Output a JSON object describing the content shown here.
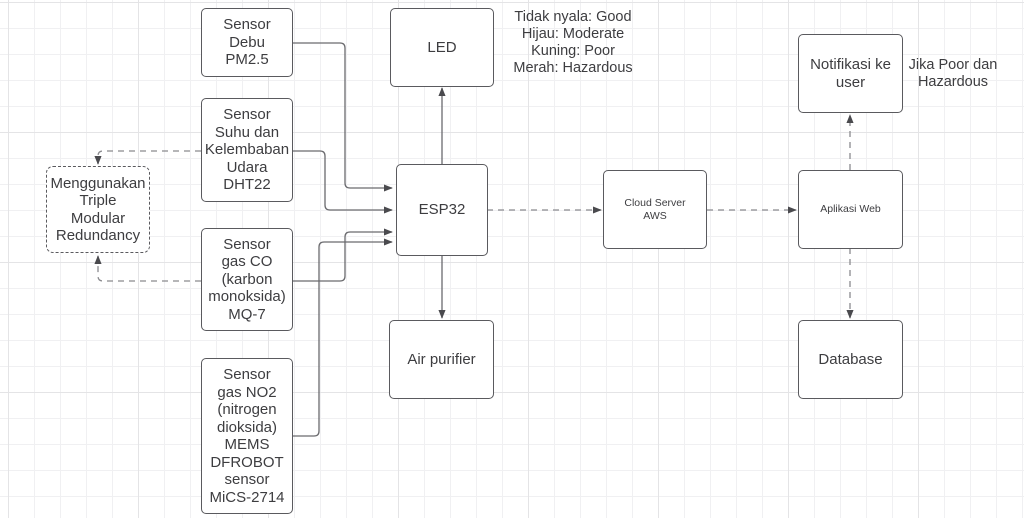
{
  "diagram": {
    "nodes": {
      "sensor_pm25": {
        "label": "Sensor\nDebu\nPM2.5"
      },
      "sensor_dht22": {
        "label": "Sensor\nSuhu dan\nKelembaban\nUdara\nDHT22"
      },
      "sensor_co": {
        "label": "Sensor\ngas CO\n(karbon\nmonoksida)\nMQ-7"
      },
      "sensor_no2": {
        "label": "Sensor\ngas NO2\n(nitrogen\ndioksida)\nMEMS\nDFROBOT\nsensor\nMiCS-2714"
      },
      "tmr": {
        "label": "Menggunakan\nTriple\nModular\nRedundancy"
      },
      "led": {
        "label": "LED"
      },
      "esp32": {
        "label": "ESP32"
      },
      "air_purifier": {
        "label": "Air purifier"
      },
      "cloud": {
        "label": "Cloud Server\nAWS"
      },
      "webapp": {
        "label": "Aplikasi Web"
      },
      "notif": {
        "label": "Notifikasi ke\nuser"
      },
      "database": {
        "label": "Database"
      }
    },
    "notes": {
      "led_legend": "Tidak nyala: Good\nHijau: Moderate\nKuning: Poor\nMerah: Hazardous",
      "notif_condition": "Jika Poor dan\nHazardous"
    },
    "edges": [
      {
        "from": "sensor_pm25",
        "to": "esp32",
        "style": "solid"
      },
      {
        "from": "sensor_dht22",
        "to": "esp32",
        "style": "solid"
      },
      {
        "from": "sensor_co",
        "to": "esp32",
        "style": "solid"
      },
      {
        "from": "sensor_no2",
        "to": "esp32",
        "style": "solid"
      },
      {
        "from": "sensor_dht22",
        "to": "tmr",
        "style": "dashed"
      },
      {
        "from": "sensor_co",
        "to": "tmr",
        "style": "dashed"
      },
      {
        "from": "esp32",
        "to": "led",
        "style": "solid"
      },
      {
        "from": "esp32",
        "to": "air_purifier",
        "style": "solid"
      },
      {
        "from": "esp32",
        "to": "cloud",
        "style": "dashed"
      },
      {
        "from": "cloud",
        "to": "webapp",
        "style": "dashed"
      },
      {
        "from": "webapp",
        "to": "notif",
        "style": "dashed"
      },
      {
        "from": "webapp",
        "to": "database",
        "style": "dashed"
      }
    ],
    "colors": {
      "stroke": "#5a5a5e",
      "text": "#3d3d40",
      "background": "#ffffff"
    }
  }
}
